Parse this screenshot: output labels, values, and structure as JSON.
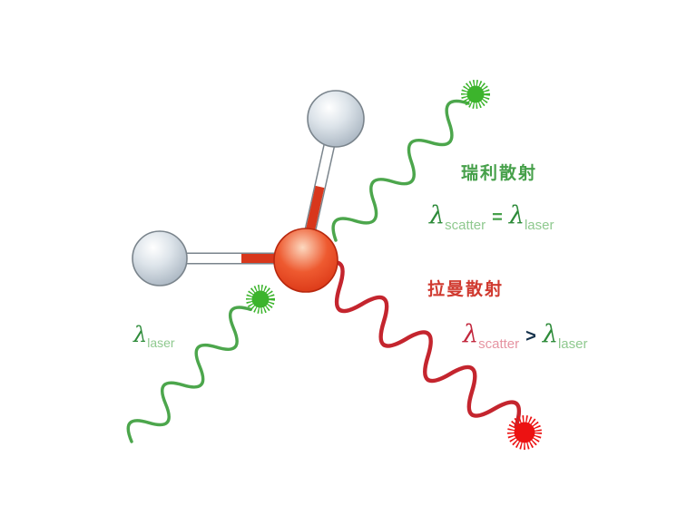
{
  "incident_beam": {
    "lambda": "λ",
    "subscript": "laser"
  },
  "rayleigh": {
    "title": "瑞利散射",
    "formula": {
      "lhs_lambda": "λ",
      "lhs_sub": "scatter",
      "operator": "=",
      "rhs_lambda": "λ",
      "rhs_sub": "laser"
    }
  },
  "raman": {
    "title": "拉曼散射",
    "formula": {
      "lhs_lambda": "λ",
      "lhs_sub": "scatter",
      "operator": ">",
      "rhs_lambda": "λ",
      "rhs_sub": "laser"
    }
  },
  "colors": {
    "green_wave": "#4ca64c",
    "green_burst": "#3cb42c",
    "green_text": "#46a04a",
    "green_dark": "#2e8b3a",
    "green_light": "#8fc98f",
    "red_wave": "#c4252e",
    "red_burst": "#ec1212",
    "red_text": "#d03a30",
    "red_lambda": "#c2273d",
    "pink_sub": "#e694a2",
    "operator_dark": "#16324c"
  }
}
